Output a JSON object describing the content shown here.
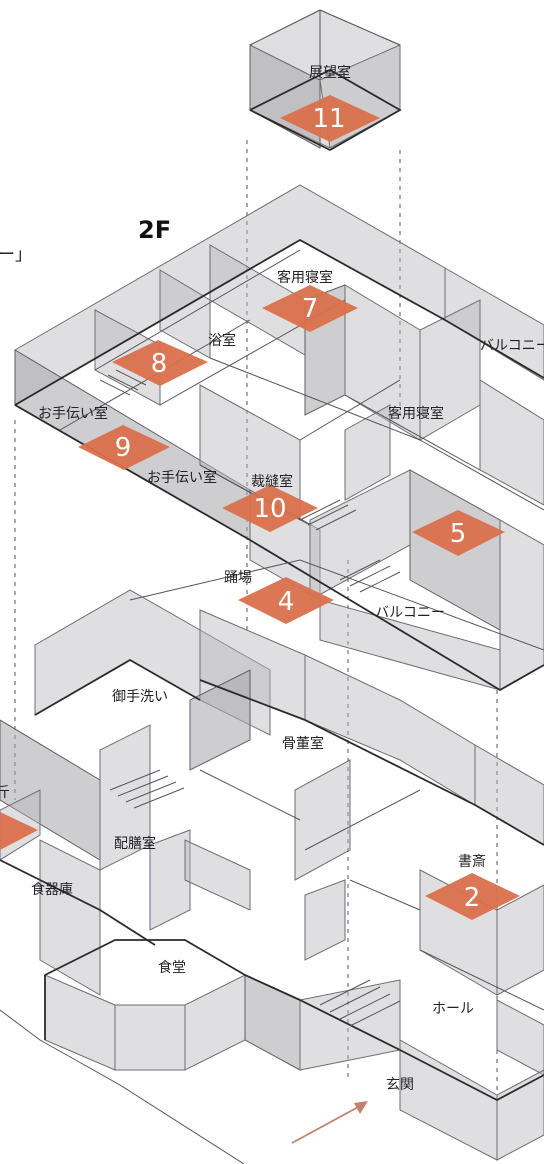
{
  "floor_label": "2F",
  "cut_text": "ー」",
  "accent_color": "#d9704c",
  "rooms": [
    {
      "id": "tenbo",
      "label": "展望室"
    },
    {
      "id": "kyaku1",
      "label": "客用寝室"
    },
    {
      "id": "balcony_top",
      "label": "バルコニー"
    },
    {
      "id": "yokushitsu",
      "label": "浴室"
    },
    {
      "id": "otearai1",
      "label": "お手伝い室"
    },
    {
      "id": "kyaku2",
      "label": "客用寝室"
    },
    {
      "id": "otearai2",
      "label": "お手伝い室"
    },
    {
      "id": "saihou",
      "label": "裁縫室"
    },
    {
      "id": "odoriba",
      "label": "踊場"
    },
    {
      "id": "balcony_mid",
      "label": "バルコニー"
    },
    {
      "id": "otearai_wc",
      "label": "御手洗い"
    },
    {
      "id": "kotto",
      "label": "骨董室"
    },
    {
      "id": "haizen",
      "label": "配膳室"
    },
    {
      "id": "shosai",
      "label": "書斎"
    },
    {
      "id": "shokkiko",
      "label": "食器庫"
    },
    {
      "id": "shokudo",
      "label": "食堂"
    },
    {
      "id": "hall",
      "label": "ホール"
    },
    {
      "id": "genkan",
      "label": "玄関"
    },
    {
      "id": "cut_left",
      "label": "斤"
    }
  ],
  "markers": [
    "11",
    "7",
    "8",
    "9",
    "10",
    "5",
    "4",
    "2"
  ]
}
